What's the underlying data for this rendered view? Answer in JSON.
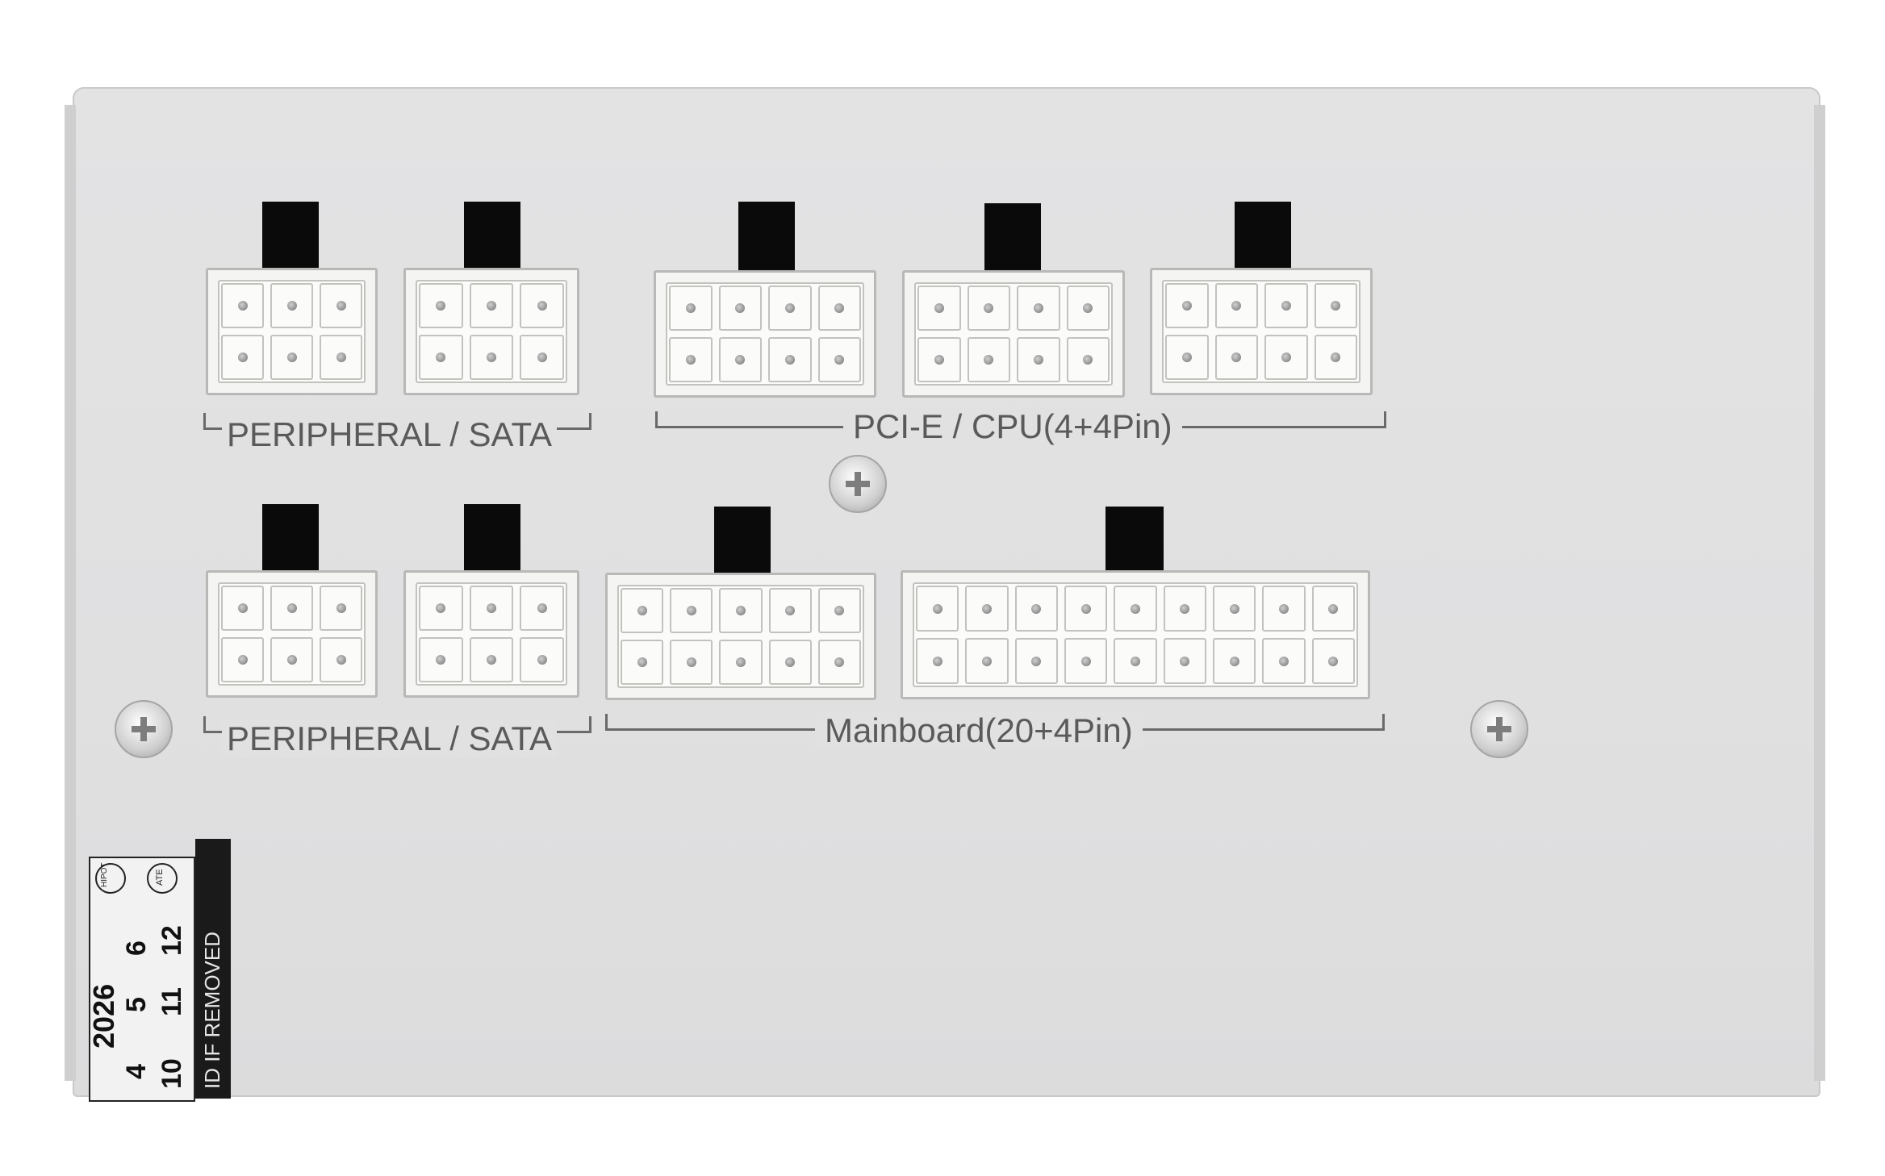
{
  "labels": {
    "peripheral_sata_top": "PERIPHERAL / SATA",
    "pcie_cpu": "PCI-E / CPU(4+4Pin)",
    "peripheral_sata_bottom": "PERIPHERAL / SATA",
    "mainboard": "Mainboard(20+4Pin)"
  },
  "sticker": {
    "year": "2026",
    "months_row1": [
      "4",
      "5",
      "6"
    ],
    "months_row2": [
      "10",
      "11",
      "12"
    ],
    "hipot": "HIPOT",
    "ate": "ATE",
    "void_text": "ID IF REMOVED"
  },
  "colors": {
    "panel": "#e0e0e1",
    "connector": "#f4f4f2",
    "latch": "#0a0a0a",
    "label": "#5a5a5a"
  }
}
